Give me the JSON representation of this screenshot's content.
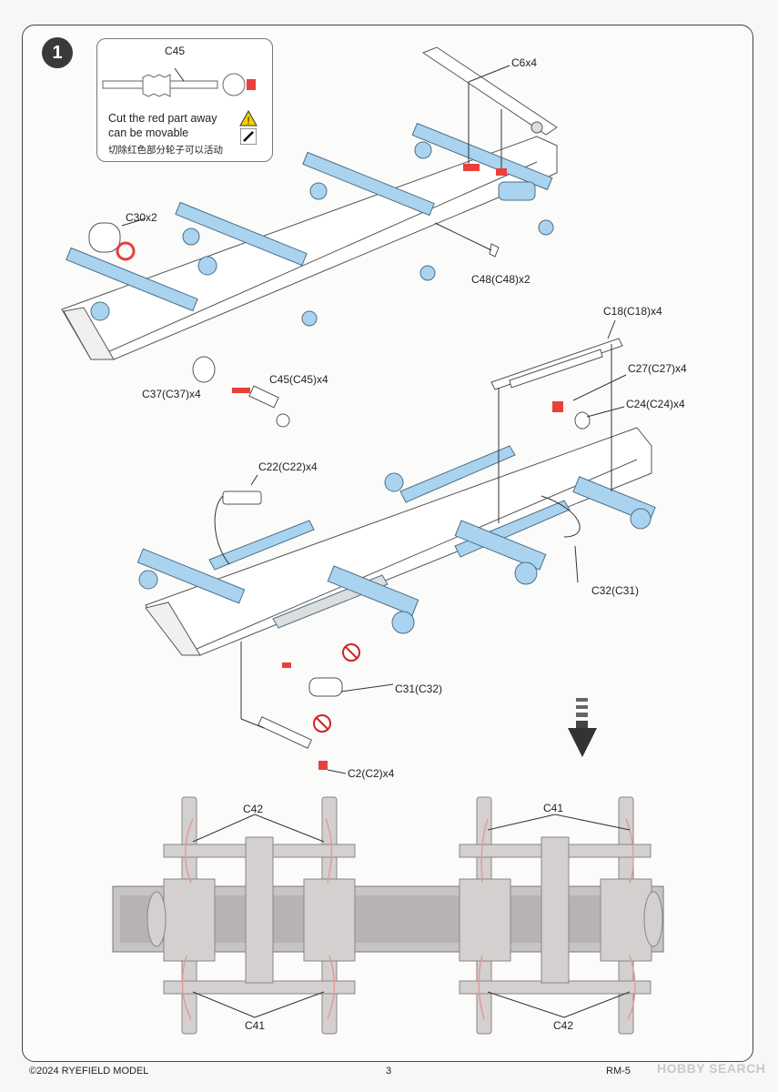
{
  "step": {
    "number": "1"
  },
  "note": {
    "part": "C45",
    "line1": "Cut the red part away",
    "line2": "can be movable",
    "line_cn": "切除红色部分轮子可以活动",
    "warn_icon": "warning-triangle-icon",
    "knife_icon": "hobby-knife-icon"
  },
  "labels": {
    "c6": "C6x4",
    "c30": "C30x2",
    "c48": "C48(C48)x2",
    "c37": "C37(C37)x4",
    "c45": "C45(C45)x4",
    "c18": "C18(C18)x4",
    "c27": "C27(C27)x4",
    "c24": "C24(C24)x4",
    "c22": "C22(C22)x4",
    "c32": "C32(C31)",
    "c31": "C31(C32)",
    "c2": "C2(C2)x4",
    "c42_top": "C42",
    "c41_top": "C41",
    "c41_bottom": "C41",
    "c42_bottom": "C42"
  },
  "footer": {
    "copyright": "©2024 RYEFIELD MODEL",
    "page": "3",
    "code": "RM-5"
  },
  "watermark": "HOBBY SEARCH",
  "colors": {
    "part_highlight": "#a9d3ee",
    "cut_mark": "#e8403a",
    "frame_bg": "#fbfbf9",
    "render_grey": "#c8c4c4",
    "wire": "#e39a9a"
  }
}
